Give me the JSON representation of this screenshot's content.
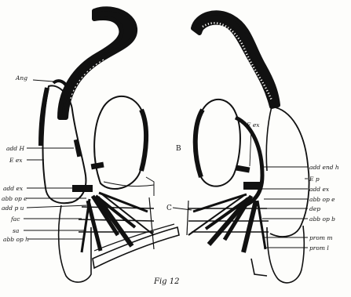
{
  "figure": {
    "caption": "Fig 12",
    "left_labels": {
      "ang": "Ang",
      "add_h": "add H",
      "e_ex": "E ex",
      "add_ex": "add ex",
      "abb_op_e": "abb op e",
      "add_pu": "add p u",
      "fac": "fac",
      "sa": "sa",
      "abb_op_h": "abb op h"
    },
    "right_labels": {
      "e_ex": "E ex",
      "add_end_h": "add end h",
      "e_p": "E p",
      "add_ex": "add ex",
      "abb_op_e": "abb op e",
      "dep": "dep",
      "abb_op_b": "abb op b",
      "prom_m": "prom m",
      "prom_l": "prom l"
    },
    "letter_b": "B",
    "letter_c": "C"
  },
  "colors": {
    "ink": "#111111",
    "paper": "#fdfdfb"
  }
}
